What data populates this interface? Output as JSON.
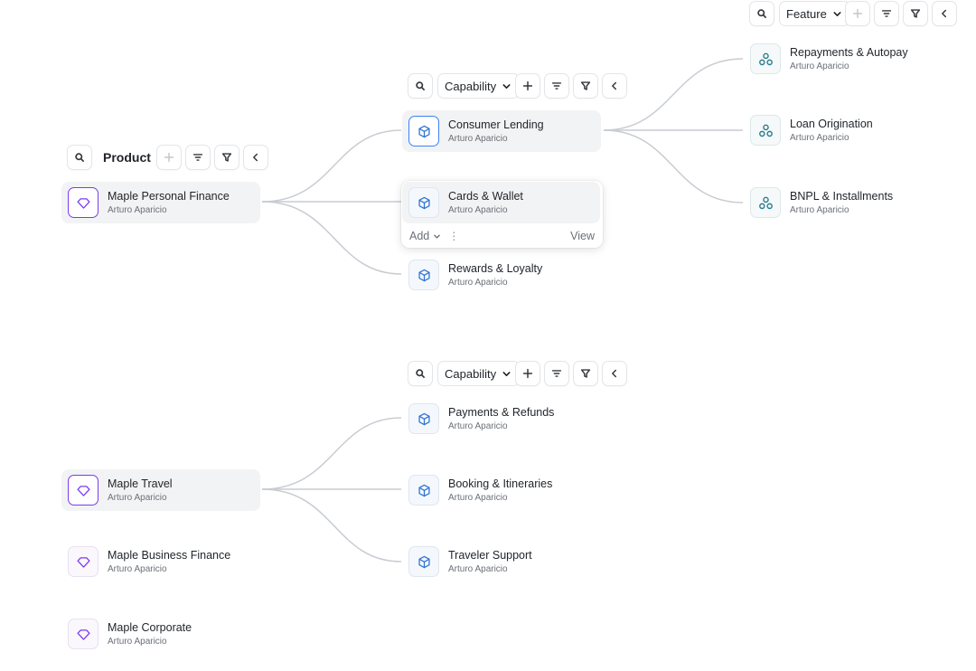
{
  "toolbars": {
    "product": {
      "label": "Product"
    },
    "capability_top": {
      "dropdown": "Capability"
    },
    "capability_bottom": {
      "dropdown": "Capability"
    },
    "feature": {
      "dropdown": "Feature"
    }
  },
  "products": [
    {
      "title": "Maple Personal Finance",
      "owner": "Arturo Aparicio",
      "icon": "diamond-icon"
    },
    {
      "title": "Maple Travel",
      "owner": "Arturo Aparicio",
      "icon": "diamond-icon"
    },
    {
      "title": "Maple Business Finance",
      "owner": "Arturo Aparicio",
      "icon": "diamond-icon"
    },
    {
      "title": "Maple Corporate",
      "owner": "Arturo Aparicio",
      "icon": "diamond-icon"
    }
  ],
  "capabilities_personal": [
    {
      "title": "Consumer Lending",
      "owner": "Arturo Aparicio",
      "icon": "box-icon"
    },
    {
      "title": "Cards & Wallet",
      "owner": "Arturo Aparicio",
      "icon": "box-icon"
    },
    {
      "title": "Rewards & Loyalty",
      "owner": "Arturo Aparicio",
      "icon": "box-icon"
    }
  ],
  "capabilities_travel": [
    {
      "title": "Payments & Refunds",
      "owner": "Arturo Aparicio",
      "icon": "box-icon"
    },
    {
      "title": "Booking & Itineraries",
      "owner": "Arturo Aparicio",
      "icon": "box-icon"
    },
    {
      "title": "Traveler Support",
      "owner": "Arturo Aparicio",
      "icon": "box-icon"
    }
  ],
  "features": [
    {
      "title": "Repayments & Autopay",
      "owner": "Arturo Aparicio",
      "icon": "cluster-icon"
    },
    {
      "title": "Loan Origination",
      "owner": "Arturo Aparicio",
      "icon": "cluster-icon"
    },
    {
      "title": "BNPL & Installments",
      "owner": "Arturo Aparicio",
      "icon": "cluster-icon"
    }
  ],
  "card_actions": {
    "add": "Add",
    "more": "⋮",
    "view": "View"
  },
  "colors": {
    "product_accent": "#7c3aed",
    "capability_accent": "#2f74d0",
    "feature_accent": "#2a7d8c",
    "link": "#c8ccd1"
  }
}
